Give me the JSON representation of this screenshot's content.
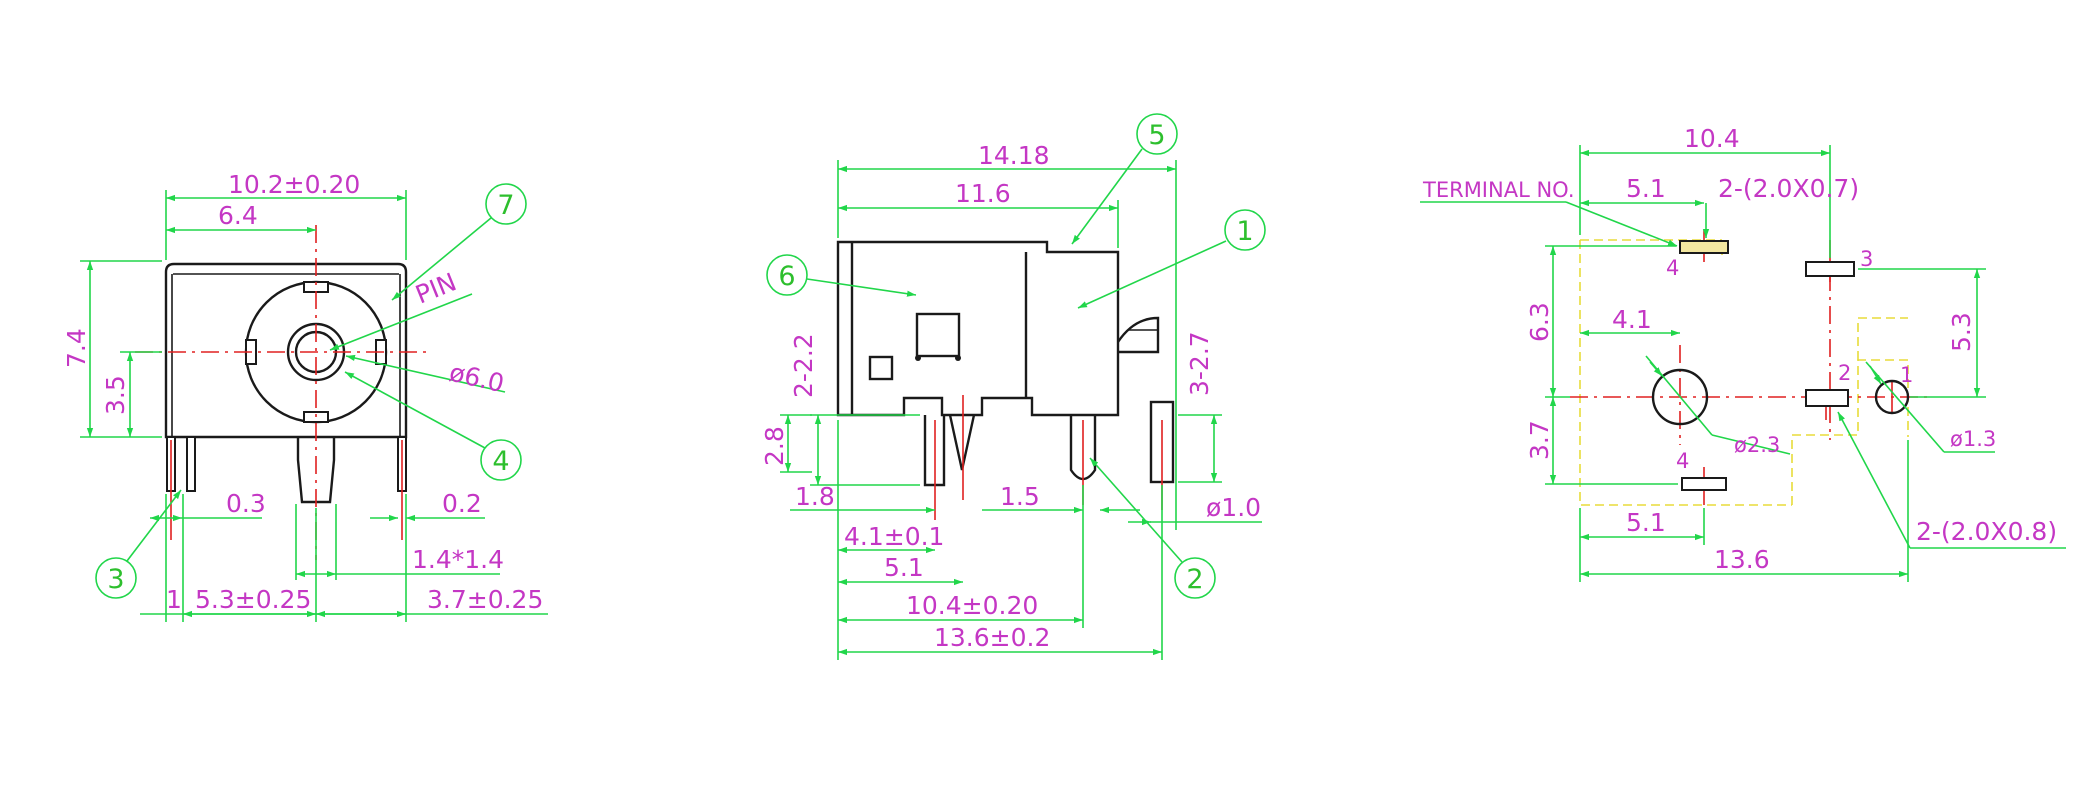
{
  "front_view": {
    "dims": {
      "overall_width": "10.2±0.20",
      "center_offset": "6.4",
      "height": "7.4",
      "center_height": "3.5",
      "pin_label": "PIN",
      "bore_dia": "ø6.0",
      "pin_thickness_left": "0.3",
      "pin_thickness_right": "0.2",
      "pin_section": "1.4*1.4",
      "bottom_one": "1",
      "bottom_left": "5.3±0.25",
      "bottom_right": "3.7±0.25"
    },
    "balloons": [
      "7",
      "4",
      "3"
    ]
  },
  "side_view": {
    "dims": {
      "total_length": "14.18",
      "body_length": "11.6",
      "pin_height_left": "2-2.2",
      "pin_height_right": "3-2.7",
      "standoff": "2.8",
      "front_offset": "1.8",
      "pin_pitch": "1.5",
      "pin_dia": "ø1.0",
      "pin_pos_1": "4.1±0.1",
      "pin_pos_2": "5.1",
      "pin_pos_3": "10.4±0.20",
      "base_length": "13.6±0.2"
    },
    "balloons": [
      "5",
      "6",
      "1",
      "2"
    ]
  },
  "footprint_view": {
    "dims": {
      "terminal_label": "TERMINAL NO.",
      "top_width": "10.4",
      "top_offset": "5.1",
      "slot_top": "2-(2.0X0.7)",
      "vertical_left": "6.3",
      "vertical_right": "5.3",
      "hole_offset": "4.1",
      "hole_dia": "ø2.3",
      "small_hole_dia": "ø1.3",
      "vertical_bottom": "3.7",
      "bottom_offset": "5.1",
      "bottom_width": "13.6",
      "slot_bottom": "2-(2.0X0.8)"
    },
    "terminal_numbers": [
      "4",
      "3",
      "2",
      "1",
      "4"
    ]
  }
}
